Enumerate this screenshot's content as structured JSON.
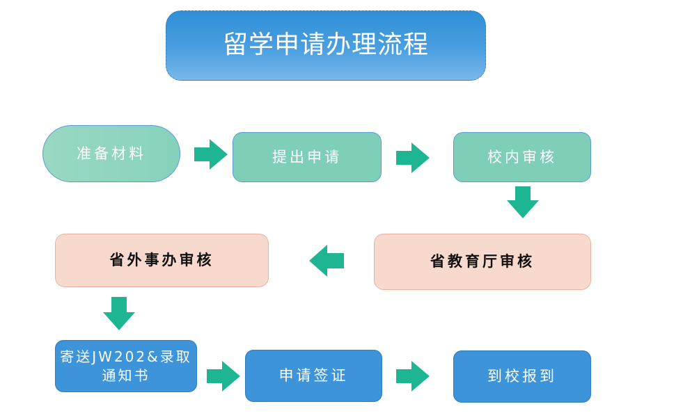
{
  "title": "留学申请办理流程",
  "steps": [
    {
      "label": "准备材料"
    },
    {
      "label": "提出申请"
    },
    {
      "label": "校内审核"
    },
    {
      "label": "省教育厅审核"
    },
    {
      "label": "省外事办审核"
    },
    {
      "label": "寄送JW202&录取通知书"
    },
    {
      "label": "申请签证"
    },
    {
      "label": "到校报到"
    }
  ],
  "colors": {
    "title_bg": "#3a94da",
    "green_box": "#7fcfb8",
    "pink_box": "#f8d9cd",
    "blue_box": "#3d94d8",
    "arrow": "#1eb592"
  }
}
